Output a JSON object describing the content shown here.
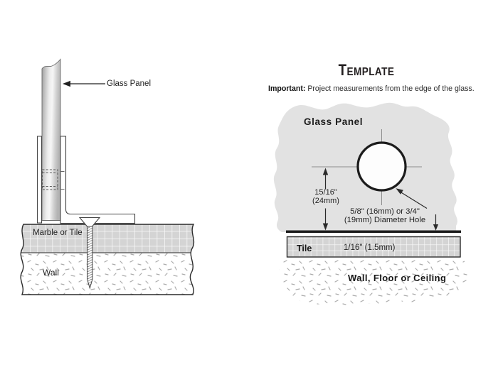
{
  "colors": {
    "background": "#ffffff",
    "template_gray": "#e2e2e2",
    "tile_gray": "#d4d4d4",
    "line_dark": "#1c1c1c"
  },
  "left_diagram": {
    "glass_panel_label": "Glass Panel",
    "marble_label": "Marble or Tile",
    "wall_label": "Wall"
  },
  "right_diagram": {
    "title_initial": "T",
    "title_rest": "EMPLATE",
    "important_label": "Important:",
    "important_text": " Project measurements from the edge of the glass.",
    "glass_panel_label": "Glass Panel",
    "offset_line1": "15/16\"",
    "offset_line2": "(24mm)",
    "hole_line1": "5/8\" (16mm) or 3/4\"",
    "hole_line2": "(19mm) Diameter Hole",
    "tile_label": "Tile",
    "gap_label": "1/16\" (1.5mm)",
    "wall_label": "Wall, Floor or Ceiling"
  }
}
